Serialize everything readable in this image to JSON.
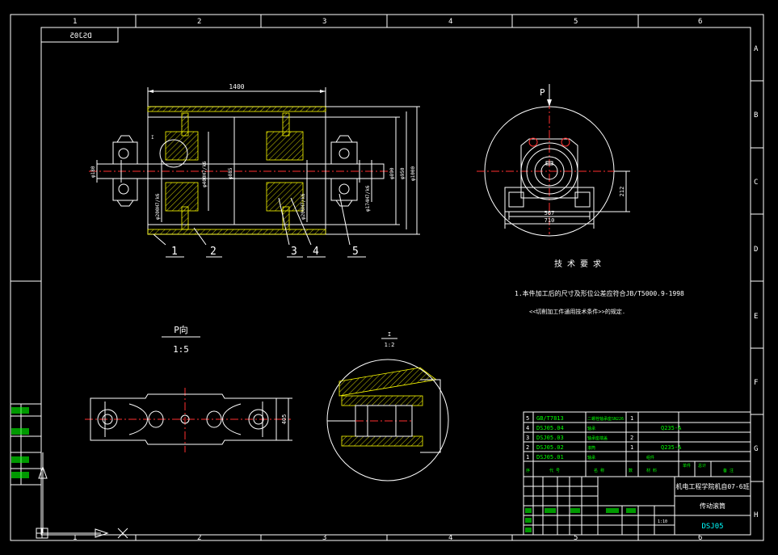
{
  "frame": {
    "columns_top": [
      "1",
      "2",
      "3",
      "4",
      "5",
      "6"
    ],
    "columns_bottom": [
      "1",
      "2",
      "3",
      "4",
      "5",
      "6"
    ],
    "rows_right": [
      "A",
      "B",
      "C",
      "D",
      "E",
      "F",
      "G",
      "H"
    ]
  },
  "drawing_code_mirrored": "DSJ05",
  "main_view": {
    "dim_length": "1400",
    "part_labels": [
      "1",
      "2",
      "3",
      "4",
      "5"
    ],
    "detail_mark": "I",
    "dims_vertical": [
      "φ180",
      "φ200H7/k6",
      "φ400H7/k6",
      "φ885",
      "φ200H7/k6",
      "φ174H7/k6",
      "φ890",
      "φ950",
      "φ1000"
    ]
  },
  "side_view": {
    "view_mark": "P",
    "dim_height": "212",
    "dim_width_1": "567",
    "dim_width_2": "710"
  },
  "tech_requirements": {
    "title": "技 术 要 求",
    "line1": "1.本件加工后的尺寸及形位公差应符合JB/T5000.9-1998",
    "line2": "<<切削加工件通用技术条件>>的规定."
  },
  "view_p": {
    "title": "P向",
    "scale": "1:5",
    "dim": "405"
  },
  "detail_view": {
    "label": "I",
    "scale": "1:2"
  },
  "parts_list": [
    {
      "no": "5",
      "code": "GB/T7813",
      "name": "二螺栓轴承座SN226",
      "qty": "1",
      "material": ""
    },
    {
      "no": "4",
      "code": "DSJ05.04",
      "name": "轴承",
      "qty": "",
      "material": "Q235-A"
    },
    {
      "no": "3",
      "code": "DSJ05.03",
      "name": "轴承座端盖",
      "qty": "2",
      "material": ""
    },
    {
      "no": "2",
      "code": "DSJ05.02",
      "name": "滚筒",
      "qty": "1",
      "material": "Q235-A"
    },
    {
      "no": "1",
      "code": "DSJ05.01",
      "name": "轴承",
      "qty": "",
      "material": "组件"
    }
  ],
  "parts_header": [
    "序",
    "代 号",
    "名 称",
    "数",
    "材 料",
    "单件",
    "总计",
    "备 注"
  ],
  "title_block": {
    "school": "机电工程学院机自07-6班",
    "drawing_name": "传动滚筒",
    "drawing_no": "DSJ05",
    "scale": "1:10"
  }
}
